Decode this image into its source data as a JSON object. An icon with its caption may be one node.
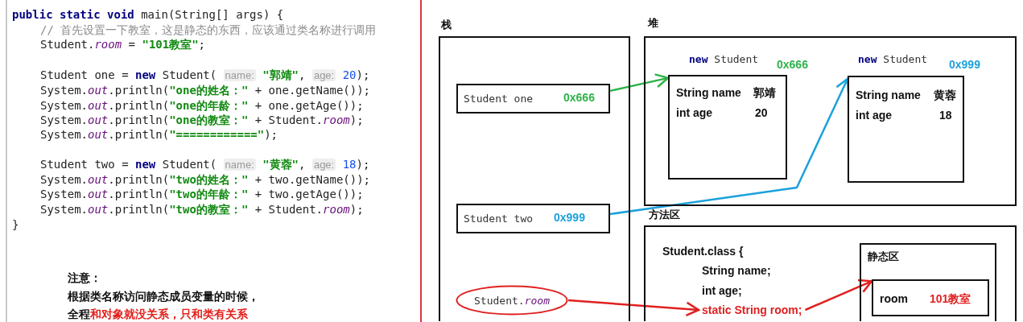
{
  "diagram": {
    "nodes": [
      {
        "text": [
          "栈"
        ]
      },
      {
        "text": [
          "Student one",
          "0x666"
        ],
        "in": 0
      },
      {
        "text": [
          "Student two",
          "0x999"
        ],
        "in": 0
      },
      {
        "text": [
          "Student.*room*"
        ],
        "in": 0
      },
      {
        "text": [
          "堆"
        ]
      },
      {
        "text": [
          "**new** Student",
          "String name",
          "郭靖",
          "int age",
          "20"
        ],
        "beside": [
          "0x666"
        ],
        "in": 4
      },
      {
        "text": [
          "**new** Student",
          "String name",
          "黄蓉",
          "int age",
          "18"
        ],
        "beside": [
          "0x999"
        ],
        "in": 4
      },
      {
        "text": [
          "方法区",
          "Student.class {",
          "String name;",
          "int age;"
        ]
      },
      {
        "text": [
          "static String room;"
        ],
        "in": 7
      },
      {
        "text": [
          "静态区"
        ],
        "in": 7
      },
      {
        "text": [
          "room",
          "101教室"
        ],
        "in": 9
      }
    ],
    "edges": [
      {
        "from": 1,
        "to": 5,
        "arrow": "to",
        "color": "#2db34a"
      },
      {
        "from": 2,
        "to": 6,
        "arrow": "to",
        "color": "#1ba1dc"
      },
      {
        "from": 3,
        "to": 8,
        "arrow": "to"
      },
      {
        "from": 8,
        "to": 10,
        "arrow": "to"
      }
    ],
    "labels": [
      "**public** **static** **void** main(String[] args) {",
      "// 首先设置一下教室，这是静态的东西，应该通过类名称进行调用",
      "Student.*room* = \"101教室\";",
      "Student one = **new** Student( name: \"郭靖\", age: 20);",
      "System.*out*.println(\"one的姓名：\" + one.getName());",
      "System.*out*.println(\"one的年龄：\" + one.getAge());",
      "System.*out*.println(\"one的教室：\" + Student.*room*);",
      "System.*out*.println(\"============\");",
      "Student two = **new** Student( name: \"黄蓉\", age: 18);",
      "System.*out*.println(\"two的姓名：\" + two.getName());",
      "System.*out*.println(\"two的年龄：\" + two.getAge());",
      "System.*out*.println(\"two的教室：\" + Student.*room*);",
      "}",
      "注意：",
      "根据类名称访问静态成员变量的时候，",
      "全程",
      "和对象就没关系，只和类有关系"
    ]
  }
}
